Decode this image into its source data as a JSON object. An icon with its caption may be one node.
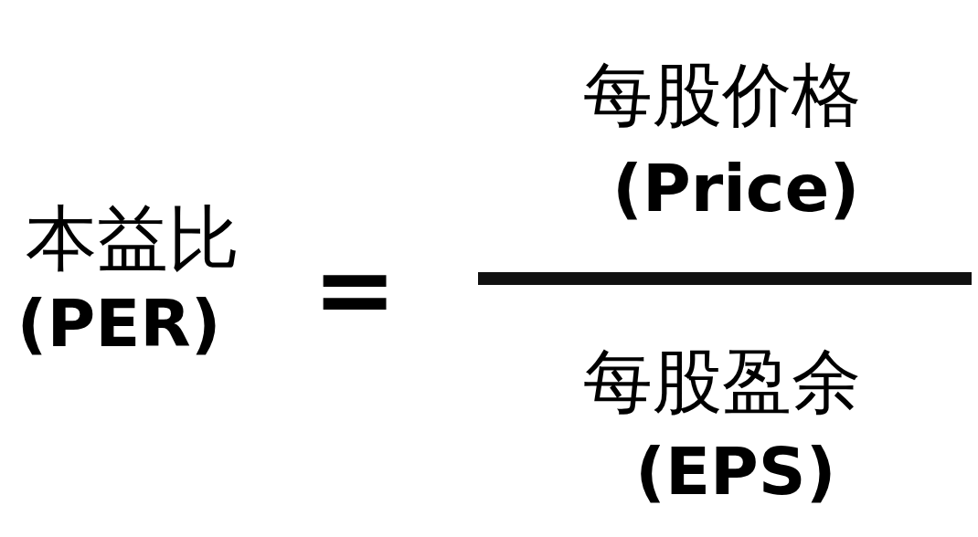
{
  "diagram": {
    "nodes": [
      {
        "text": [],
        "shape": "bar"
      }
    ],
    "labels": [
      "本益比",
      "(PER)",
      "=",
      "每股价格",
      "(Price)",
      "每股盈余",
      "(EPS)"
    ]
  }
}
